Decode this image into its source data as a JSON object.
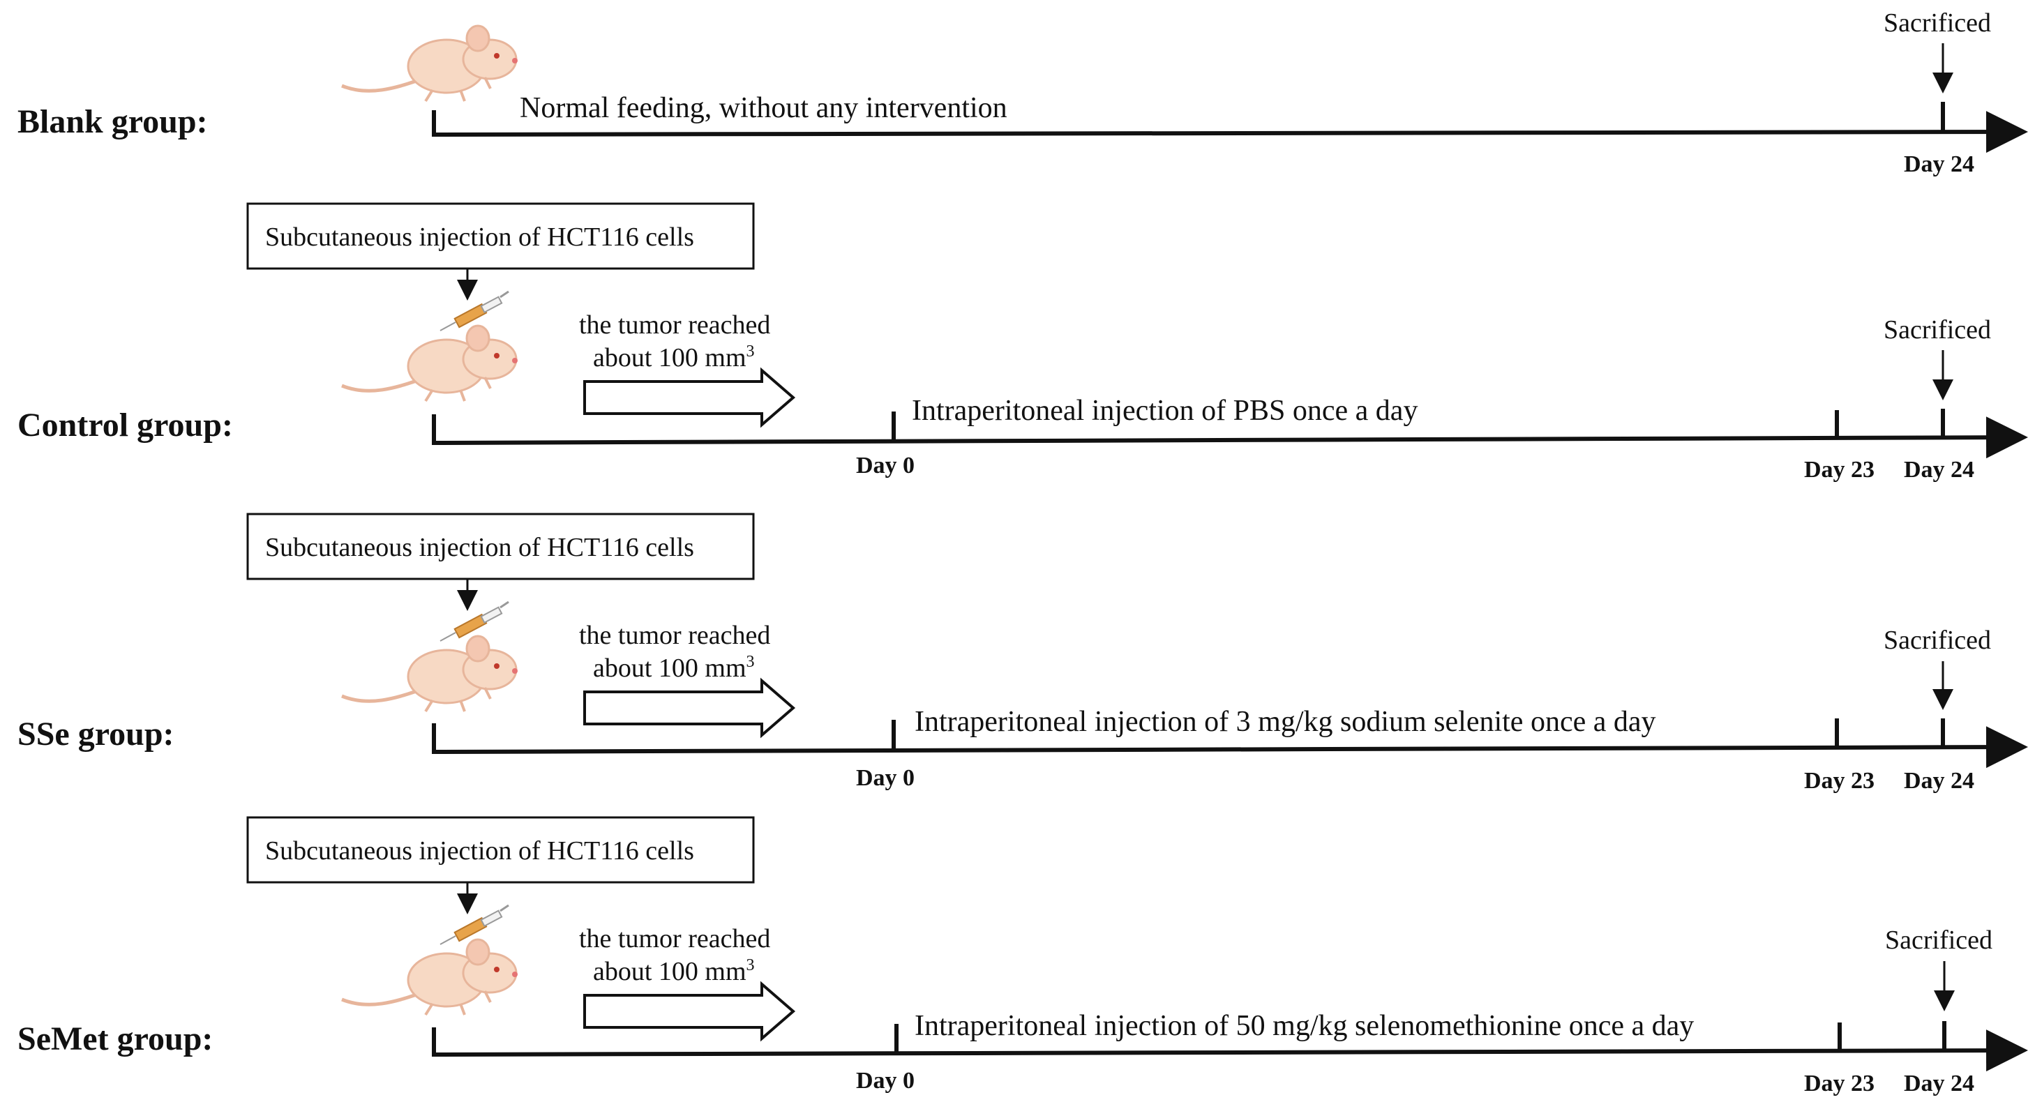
{
  "colors": {
    "ink": "#111111",
    "mouse_body": "#f7d9c4",
    "mouse_outline": "#e7b59b",
    "syringe": "#e7a34a"
  },
  "icons": [
    "mouse-icon",
    "syringe-icon",
    "down-arrow-icon",
    "hollow-arrow-icon"
  ],
  "common": {
    "sacrificed": "Sacrificed",
    "injection_box": "Subcutaneous injection of HCT116 cells",
    "tumor_line1": "the tumor reached",
    "tumor_line2": "about 100 mm",
    "tumor_sup": "3",
    "day0": "Day 0",
    "day23": "Day 23",
    "day24": "Day 24"
  },
  "groups": [
    {
      "id": "blank",
      "label": "Blank group:",
      "treatment": "Normal feeding, without any intervention"
    },
    {
      "id": "control",
      "label": "Control group:",
      "treatment": "Intraperitoneal injection of PBS once a day"
    },
    {
      "id": "sse",
      "label": "SSe group:",
      "treatment": "Intraperitoneal injection of 3 mg/kg sodium selenite once a day"
    },
    {
      "id": "semet",
      "label": "SeMet group:",
      "treatment": "Intraperitoneal injection of 50 mg/kg selenomethionine once a day"
    }
  ]
}
